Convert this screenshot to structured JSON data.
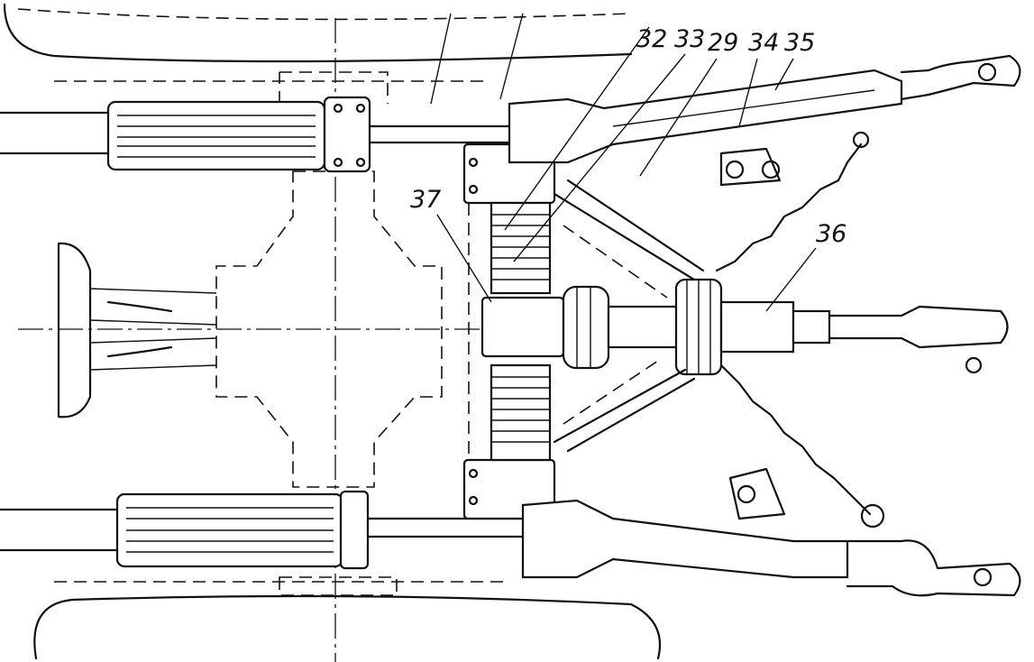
{
  "figure": {
    "callouts": [
      {
        "id": "32"
      },
      {
        "id": "33"
      },
      {
        "id": "29"
      },
      {
        "id": "34"
      },
      {
        "id": "35"
      },
      {
        "id": "37"
      },
      {
        "id": "36"
      }
    ]
  },
  "colors": {
    "ink": "#111111",
    "paper": "#ffffff"
  }
}
